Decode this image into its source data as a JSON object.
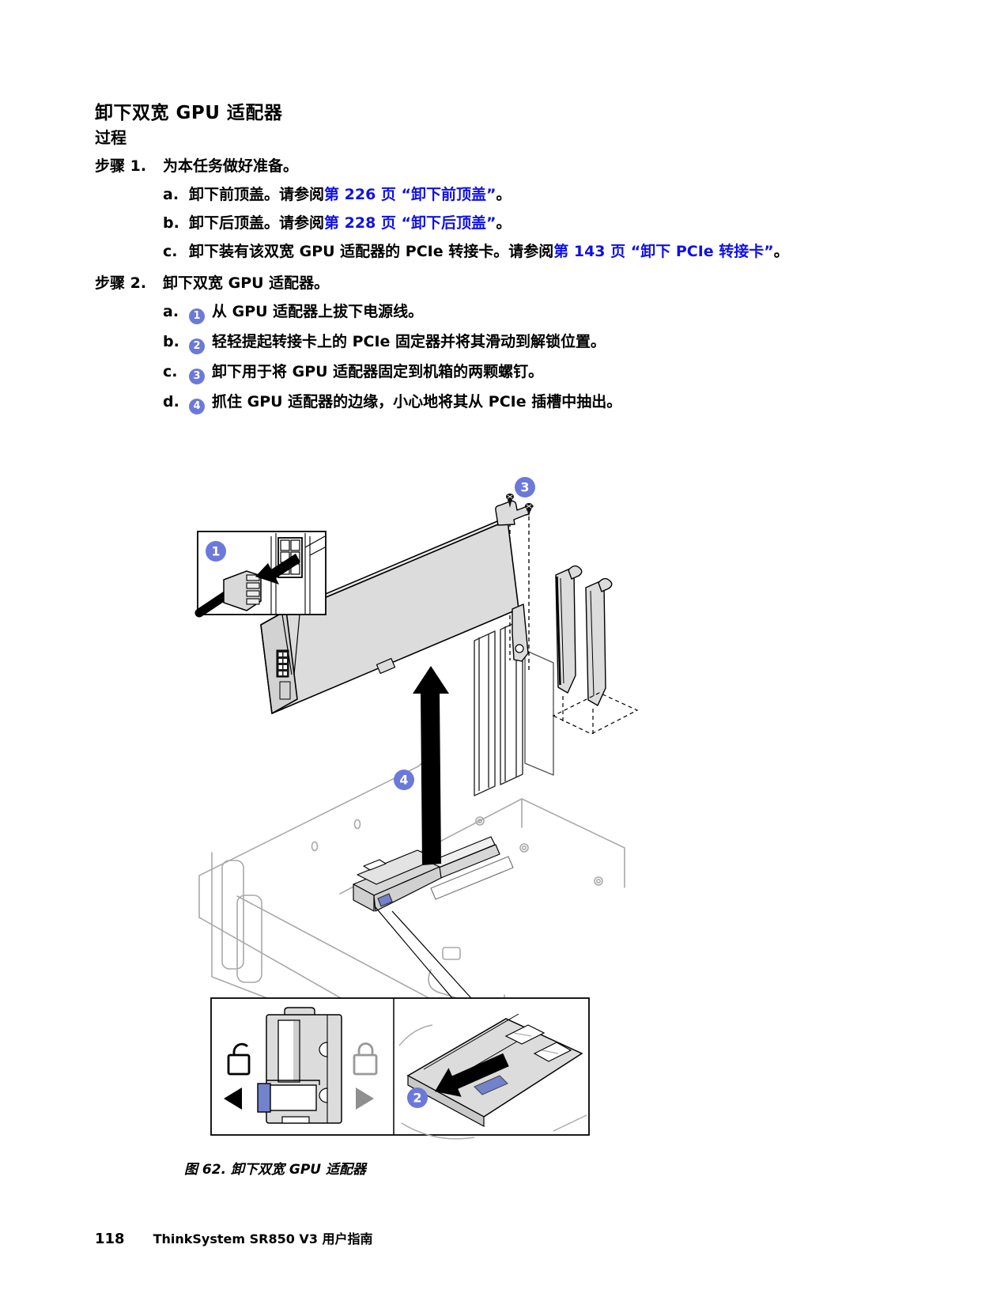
{
  "page": {
    "title": "卸下双宽 GPU 适配器",
    "subtitle": "过程"
  },
  "steps": [
    {
      "label": "步骤 1.",
      "text": "为本任务做好准备。",
      "substeps": [
        {
          "letter": "a.",
          "pre": "卸下前顶盖。请参阅",
          "link": "第 226 页 “卸下前顶盖”",
          "post": "。"
        },
        {
          "letter": "b.",
          "pre": "卸下后顶盖。请参阅",
          "link": "第 228 页 “卸下后顶盖”",
          "post": "。"
        },
        {
          "letter": "c.",
          "pre": "卸下装有该双宽 GPU 适配器的 PCIe 转接卡。请参阅",
          "link": "第 143 页 “卸下 PCIe 转接卡”",
          "post": "。"
        }
      ]
    },
    {
      "label": "步骤 2.",
      "text": "卸下双宽 GPU 适配器。",
      "substeps": [
        {
          "letter": "a.",
          "badge": "1",
          "text": "从 GPU 适配器上拔下电源线。"
        },
        {
          "letter": "b.",
          "badge": "2",
          "text": "轻轻提起转接卡上的 PCIe 固定器并将其滑动到解锁位置。"
        },
        {
          "letter": "c.",
          "badge": "3",
          "text": "卸下用于将 GPU 适配器固定到机箱的两颗螺钉。"
        },
        {
          "letter": "d.",
          "badge": "4",
          "text": "抓住 GPU 适配器的边缘，小心地将其从 PCIe 插槽中抽出。"
        }
      ]
    }
  ],
  "figure": {
    "caption": "图 62.  卸下双宽 GPU 适配器",
    "callouts": [
      "1",
      "2",
      "3",
      "4"
    ]
  },
  "footer": {
    "page_number": "118",
    "text": "ThinkSystem SR850 V3 用户指南"
  },
  "colors": {
    "callout_blue": "#6b79d8",
    "slider_blue": "#7282cc",
    "link_blue": "#0f10e8",
    "part_gray": "#dcdcdc",
    "chassis_gray": "#a9a9a9"
  }
}
